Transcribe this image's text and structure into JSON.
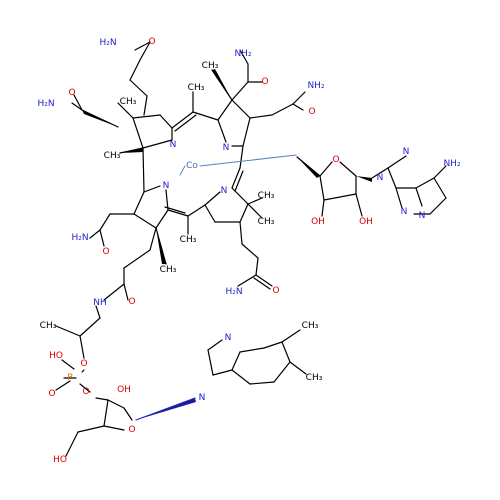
{
  "molecule": {
    "atoms": {
      "amide1_o": "O",
      "amide1_n": "H₂N",
      "amide2_o": "O",
      "amide2_n": "NH₂",
      "amide3_o": "O",
      "amide3_n": "NH₂",
      "amide4_o": "O",
      "amide4_n": "H₂N",
      "amide5_o": "O",
      "amide5_n": "H₂N",
      "amide6_o": "O",
      "amide6_n": "H₂N",
      "ring_a_n": "N",
      "ring_b_n": "N",
      "ring_c_n": "N",
      "ring_d_n": "N",
      "cobalt": "Co",
      "link_nh": "NH",
      "link_o": "O",
      "p_o_top": "O",
      "p_oh": "HO",
      "phosphorus": "P",
      "p_o_dbl": "O",
      "p_o_ester": "O",
      "ribose_ring_o": "O",
      "ribose_oh": "OH",
      "ribose_ch2oh": "HO",
      "bzim_n1": "N",
      "bzim_n3": "N",
      "bzim_me1": "CH₃",
      "bzim_me2": "CH₃",
      "ado_ring_o": "O",
      "ado_oh1": "OH",
      "ado_oh2": "OH",
      "ade_n9": "N",
      "ade_n7": "N",
      "ade_n1": "N",
      "ade_n3": "N",
      "ade_nh2": "NH₂",
      "me_a1": "CH₃",
      "me_a2": "CH₃",
      "me_c1": "CH₃",
      "me_bridge1": "CH₃",
      "me_bridge2": "CH₃",
      "me_c2": "CH₃",
      "me_c3": "CH₃",
      "me_d1": "CH₃",
      "me_link": "CH₃"
    }
  }
}
